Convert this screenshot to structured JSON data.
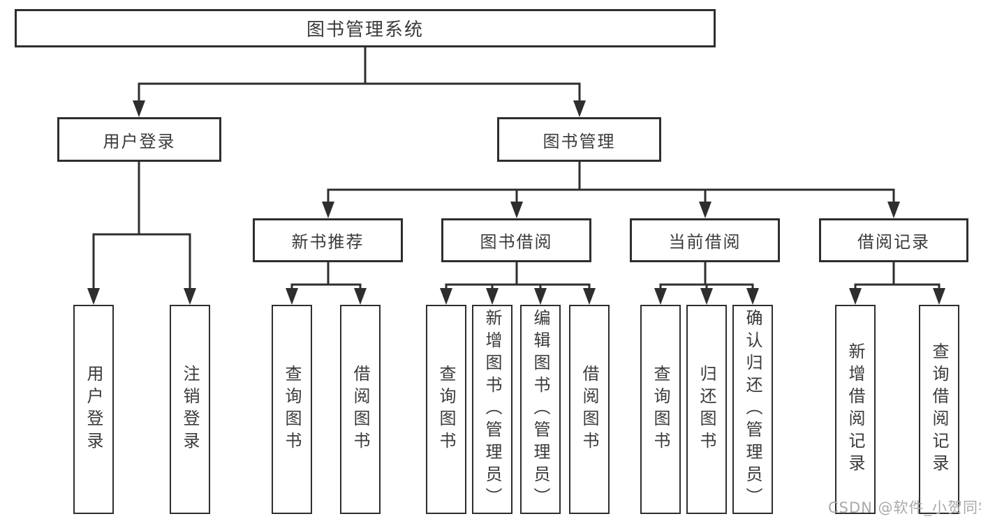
{
  "diagram": {
    "type": "hierarchy-tree",
    "colors": {
      "line": "#2e2e2e",
      "box_border": "#2e2e2e",
      "text": "#3a3a3a",
      "background": "#ffffff",
      "watermark": "#a9a9a9"
    },
    "root": {
      "label": "图书管理系统"
    },
    "level2": [
      {
        "label": "用户登录"
      },
      {
        "label": "图书管理"
      }
    ],
    "level3": [
      {
        "label": "新书推荐",
        "parent": "图书管理"
      },
      {
        "label": "图书借阅",
        "parent": "图书管理"
      },
      {
        "label": "当前借阅",
        "parent": "图书管理"
      },
      {
        "label": "借阅记录",
        "parent": "图书管理"
      }
    ],
    "leaves": {
      "user_login": [
        "用户登录",
        "注销登录"
      ],
      "new_books": [
        "查询图书",
        "借阅图书"
      ],
      "book_borrowing": [
        "查询图书",
        "新增图书（管理员）",
        "编辑图书（管理员）",
        "借阅图书"
      ],
      "current_borrowing": [
        "查询图书",
        "归还图书",
        "确认归还（管理员）"
      ],
      "borrowing_records": [
        "新增借阅记录",
        "查询借阅记录"
      ]
    },
    "watermark": "CSDN @软件_小贺同学"
  }
}
